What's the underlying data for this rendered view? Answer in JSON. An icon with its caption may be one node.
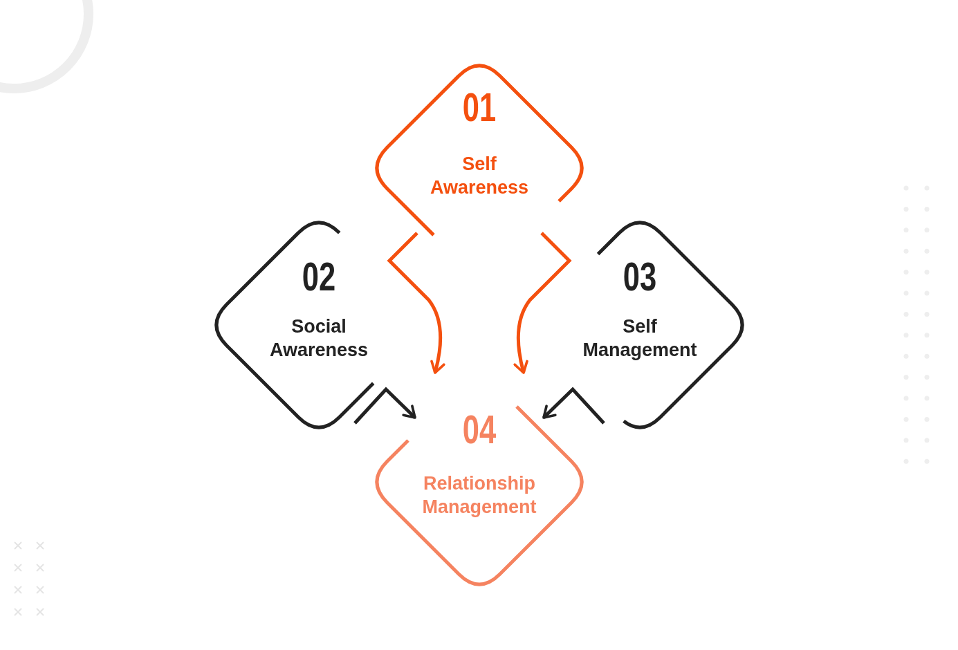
{
  "diagram": {
    "nodes": [
      {
        "text": [
          "01",
          "Self Awareness"
        ]
      },
      {
        "text": [
          "02",
          "Social Awareness"
        ]
      },
      {
        "text": [
          "03",
          "Self Management"
        ]
      },
      {
        "text": [
          "04",
          "Relationship Management"
        ]
      }
    ],
    "edges": [
      {
        "from": 0,
        "to": 3,
        "arrow": "to",
        "color": "#f4500f"
      },
      {
        "from": 0,
        "to": 3,
        "arrow": "to",
        "color": "#f4500f"
      },
      {
        "from": 1,
        "to": 3,
        "arrow": "to",
        "color": "#222222"
      },
      {
        "from": 2,
        "to": 3,
        "arrow": "to",
        "color": "#222222"
      }
    ]
  }
}
